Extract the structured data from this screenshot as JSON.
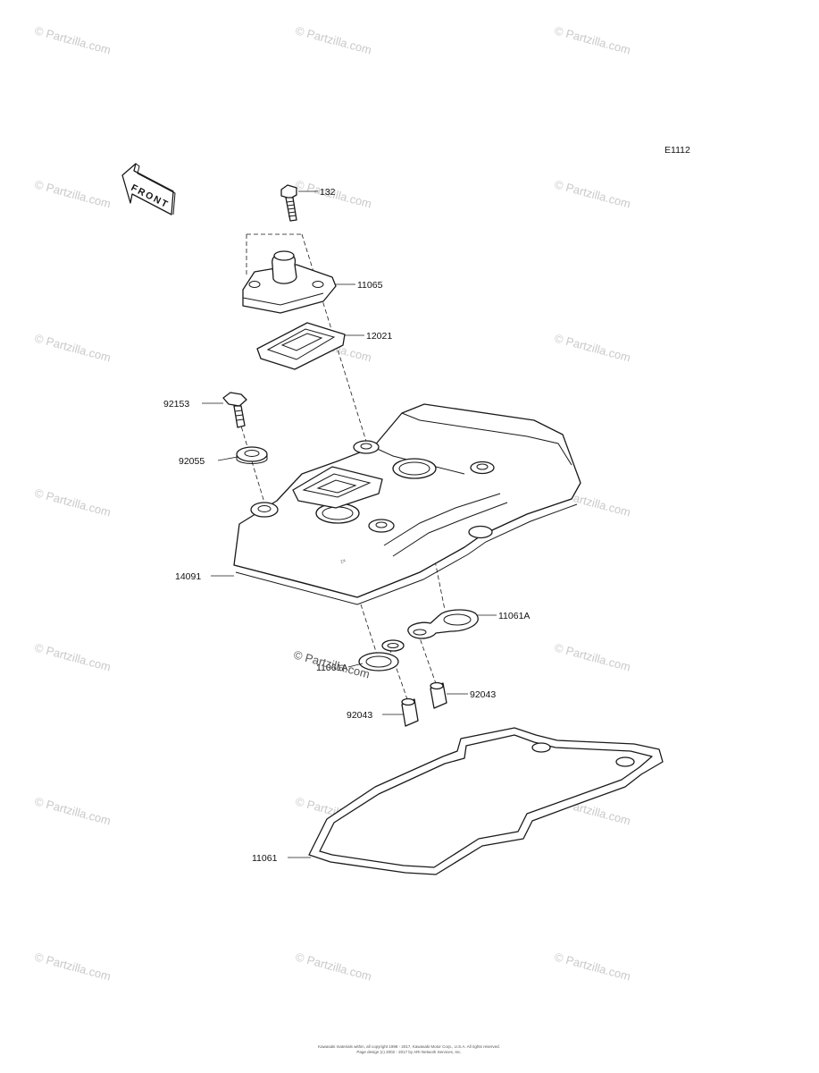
{
  "diagram_code": "E1112",
  "front_label": "FRONT",
  "watermark_text": "© Partzilla.com",
  "callouts": {
    "p132": "132",
    "p11065": "11065",
    "p12021": "12021",
    "p92153": "92153",
    "p92055": "92055",
    "p14091": "14091",
    "p11061A_right": "11061A",
    "p11061A_left": "11061A",
    "p92043_right": "92043",
    "p92043_left": "92043",
    "p11061": "11061"
  },
  "footer": {
    "line1": "Kawasaki materials within, all copyright 1998 - 2017, Kawasaki Motor Corp., U.S.A. All rights reserved.",
    "line2": "Page design (c) 2002 - 2017 by ARI Network Services, Inc."
  }
}
